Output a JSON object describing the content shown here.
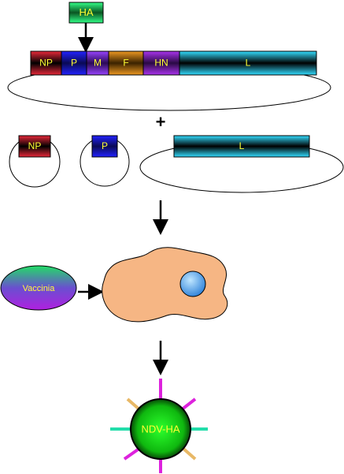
{
  "insert": {
    "label": "HA"
  },
  "genome": {
    "segments": [
      {
        "label": "NP",
        "color": "#dd2233"
      },
      {
        "label": "P",
        "color": "#1a1aee"
      },
      {
        "label": "M",
        "color": "#8833ee"
      },
      {
        "label": "F",
        "color": "#dd8811"
      },
      {
        "label": "HN",
        "color": "#9922dd"
      },
      {
        "label": "L",
        "color": "#22ccee"
      }
    ]
  },
  "operator": "+",
  "plasmids": [
    {
      "label": "NP",
      "color": "#dd2233"
    },
    {
      "label": "P",
      "color": "#1a1aee"
    },
    {
      "label": "L",
      "color": "#22ccee"
    }
  ],
  "vaccinia": {
    "label": "Vaccinia"
  },
  "product": {
    "label": "NDV-HA"
  }
}
